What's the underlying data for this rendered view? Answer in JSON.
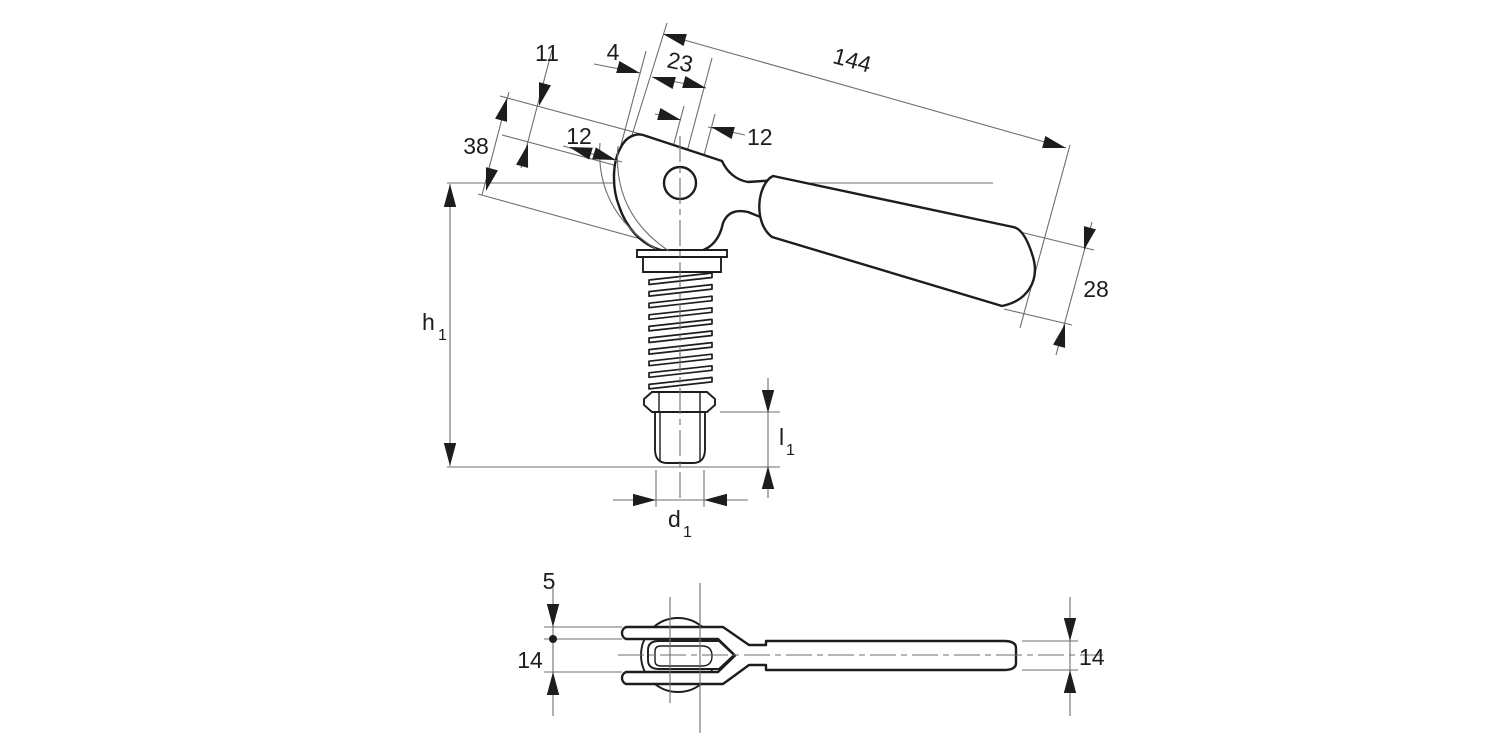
{
  "colors": {
    "background": "#ffffff",
    "ink": "#1d1d1b",
    "thin_line": "#6e6e6e"
  },
  "front_view": {
    "dim_head_offset": "11",
    "dim_edge_gap": "4",
    "dim_pivot_to_start": "23",
    "dim_handle_length": "144",
    "dim_head_height": "38",
    "dim_cam_width": "12",
    "dim_hole_dia": "12",
    "dim_handle_dia": "28",
    "dim_height": {
      "base": "h",
      "sub": "1"
    },
    "dim_thread_length": {
      "base": "l",
      "sub": "1"
    },
    "dim_thread_dia": {
      "base": "d",
      "sub": "1"
    }
  },
  "top_view": {
    "dim_prong_thickness": "5",
    "dim_fork_gap": "14",
    "dim_handle_width": "14"
  }
}
